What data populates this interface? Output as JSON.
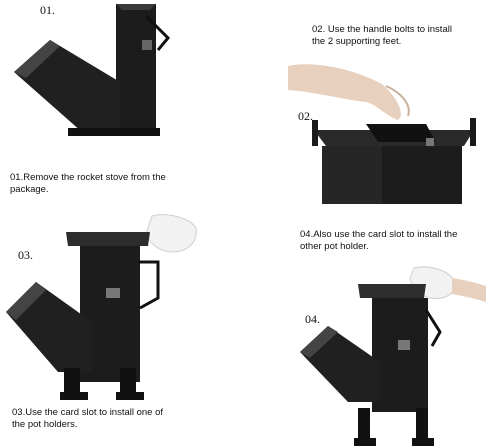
{
  "steps": [
    {
      "number": "01.",
      "caption": "01.Remove the rocket stove from the package."
    },
    {
      "number": "02.",
      "caption": "02. Use the handle bolts to install the 2 supporting feet."
    },
    {
      "number": "03.",
      "caption": "03.Use the card slot to install one of the pot holders."
    },
    {
      "number": "04.",
      "caption": "04.Also use the card slot to install the other pot holder."
    }
  ],
  "colors": {
    "metal": "#1a1a1a",
    "metal_highlight": "#3a3a3a",
    "skin": "#e7d0bd",
    "glove": "#f2f2f2"
  }
}
